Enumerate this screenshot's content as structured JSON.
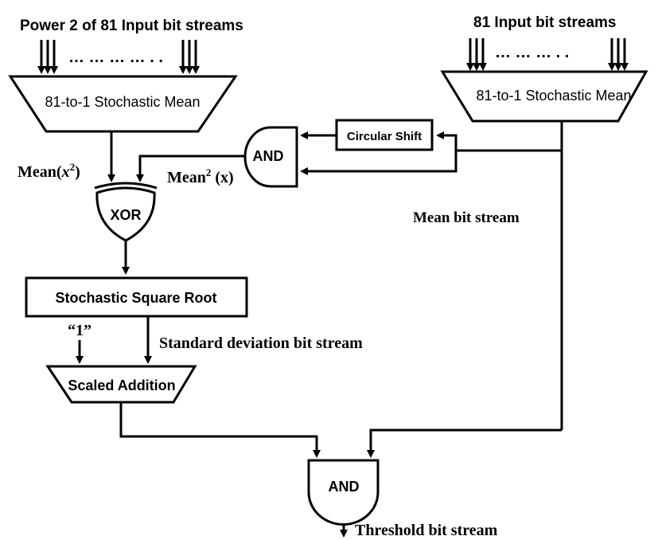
{
  "title_left": "Power 2 of 81 Input bit streams",
  "title_right": "81 Input bit streams",
  "dots_left": "… … … … . .",
  "dots_right": "… … … . .",
  "blocks": {
    "mean_left": "81-to-1 Stochastic Mean",
    "mean_right": "81-to-1 Stochastic Mean",
    "circular_shift": "Circular Shift",
    "and_top": "AND",
    "xor": "XOR",
    "sqrt": "Stochastic Square Root",
    "scaled_addition": "Scaled Addition",
    "and_bottom": "AND"
  },
  "labels": {
    "mean_x2_prefix": "Mean",
    "mean_x2_var": "x",
    "mean_x2_exp": "2",
    "mean2_prefix": "Mean",
    "mean2_exp": "2",
    "mean2_var": " (x)",
    "mean_bit_stream": "Mean bit stream",
    "one_const": "“1”",
    "std_bit_stream": "Standard deviation bit stream",
    "threshold_bit_stream": "Threshold bit stream"
  }
}
